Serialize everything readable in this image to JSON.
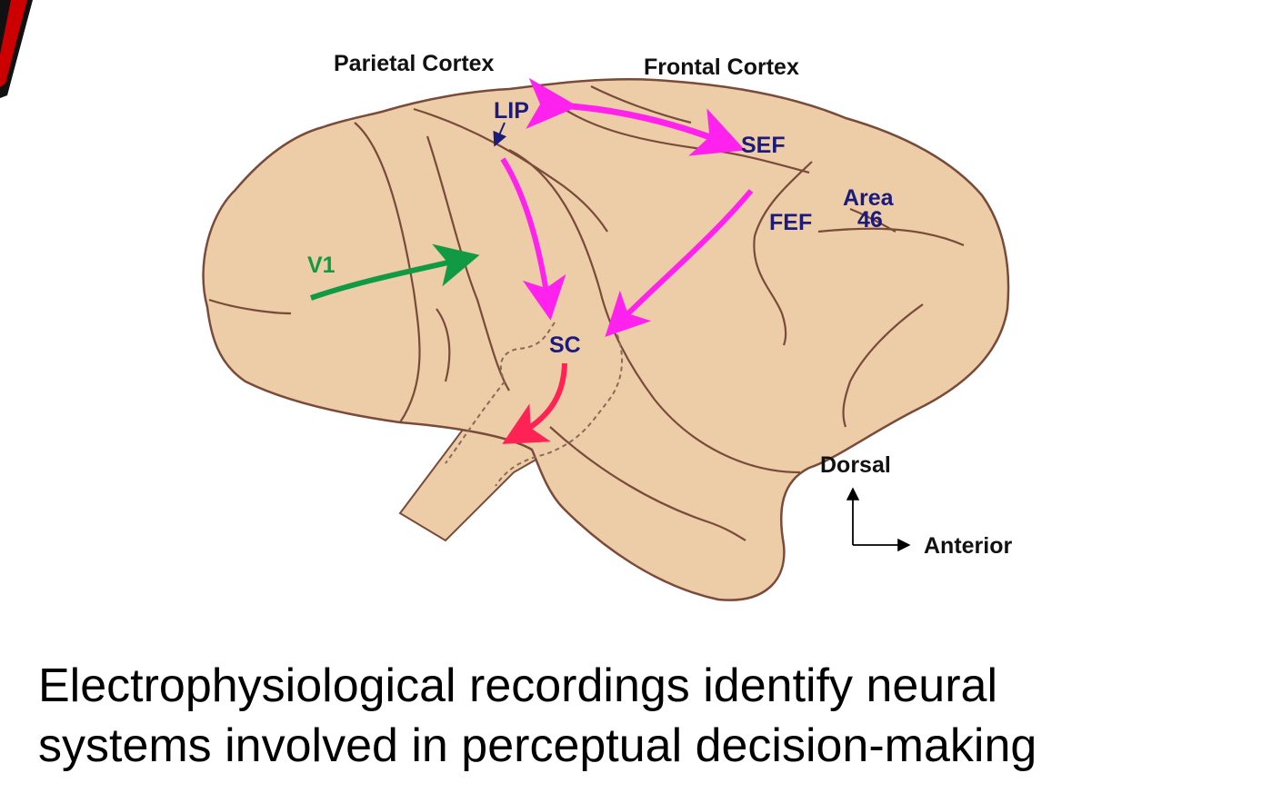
{
  "colors": {
    "brain_fill": "#eccda8",
    "sulcus": "#7a4a3a",
    "magenta_arrow": "#ff22ee",
    "green_arrow": "#119944",
    "red_arrow": "#ff2255",
    "region_label": "#1c1a7a",
    "cortex_label": "#111111"
  },
  "diagram": {
    "cortex_labels": {
      "parietal": "Parietal Cortex",
      "frontal": "Frontal Cortex"
    },
    "regions": {
      "lip": "LIP",
      "sef": "SEF",
      "fef": "FEF",
      "area46_line1": "Area",
      "area46_line2": "46",
      "v1": "V1",
      "sc": "SC"
    },
    "orientation": {
      "dorsal": "Dorsal",
      "anterior": "Anterior"
    }
  },
  "caption": {
    "line1": "Electrophysiological recordings identify neural",
    "line2": "systems involved in perceptual decision-making"
  }
}
